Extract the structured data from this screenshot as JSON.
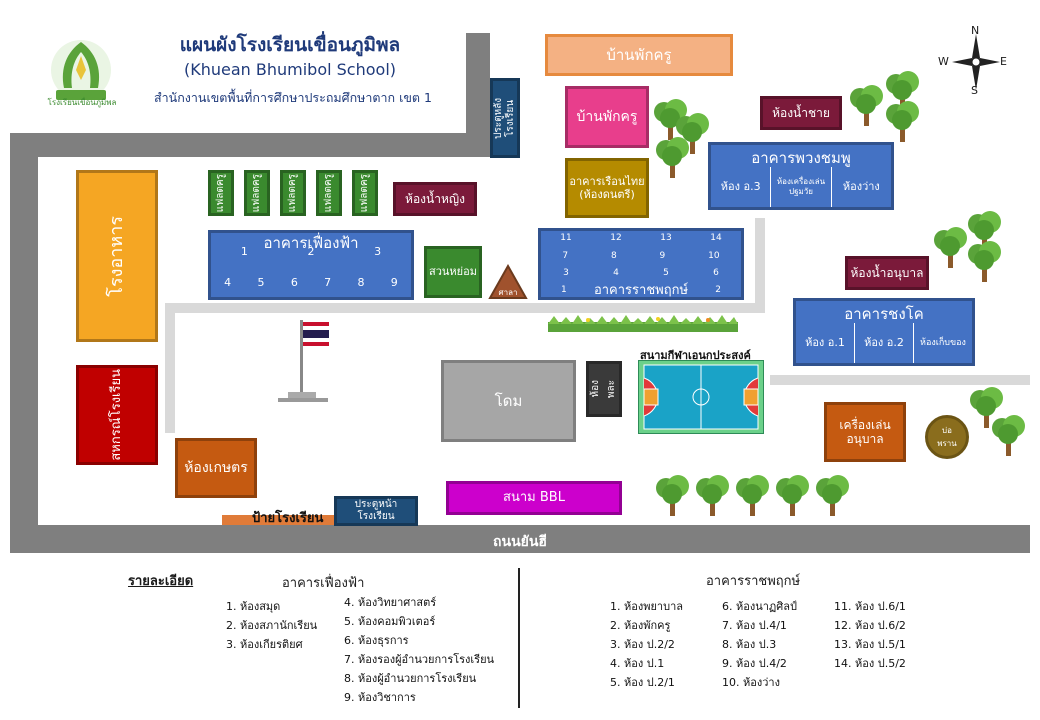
{
  "header": {
    "title": "แผนผังโรงเรียนเขื่อนภูมิพล",
    "subtitle": "(Khuean Bhumibol School)",
    "office": "สำนักงานเขตพื้นที่การศึกษาประถมศึกษาตาก เขต 1",
    "logo_text": "โรงเรียนเขื่อนภูมิพล"
  },
  "compass": {
    "n": "N",
    "s": "S",
    "e": "E",
    "w": "W"
  },
  "roads": {
    "main": "ถนนยันฮี"
  },
  "gates": {
    "back": "ประตูหลังโรงเรียน",
    "front_1": "ประตูหน้า",
    "front_2": "โรงเรียน"
  },
  "buildings": {
    "canteen": "โรงอาหาร",
    "coop": "สหกรณ์โรงเรียน",
    "agri": "ห้องเกษตร",
    "sign": "ป้ายโรงเรียน",
    "teacher_house_1": "บ้านพักครู",
    "teacher_house_2": "บ้านพักครู",
    "toilet_male": "ห้องน้ำชาย",
    "toilet_female": "ห้องน้ำหญิง",
    "toilet_kg": "ห้องน้ำอนุบาล",
    "thai_house_1": "อาคารเรือนไทย",
    "thai_house_2": "(ห้องดนตรี)",
    "garden": "สวนหย่อม",
    "sala": "ศาลา",
    "dome": "โดม",
    "toilet_small_1": "ห้อง",
    "toilet_small_2": "พละ",
    "field_label": "สนามกีฬาเอนกประสงค์",
    "bbl": "สนาม BBL",
    "playground_1": "เครื่องเล่น",
    "playground_2": "อนุบาล",
    "pond_1": "บ่อ",
    "pond_2": "พราน",
    "housing_small": [
      "แฟลตครู",
      "แฟลตครู",
      "แฟลตครู",
      "แฟลตครู",
      "แฟลตครู"
    ]
  },
  "phuang": {
    "title": "อาคารพวงชมพู",
    "rooms": [
      "ห้อง อ.3",
      "ห้องเครื่องเล่น ปฐมวัย",
      "ห้องว่าง"
    ]
  },
  "chongko": {
    "title": "อาคารชงโค",
    "rooms": [
      "ห้อง อ.1",
      "ห้อง อ.2",
      "ห้องเก็บของ"
    ]
  },
  "fueangfa": {
    "title": "อาคารเฟื่องฟ้า",
    "top_nums": [
      "1",
      "2",
      "3"
    ],
    "bottom_nums": [
      "4",
      "5",
      "6",
      "7",
      "8",
      "9"
    ]
  },
  "ratchaphruek": {
    "title": "อาคารราชพฤกษ์",
    "row1": [
      "11",
      "12",
      "13",
      "14"
    ],
    "row2": [
      "7",
      "8",
      "9",
      "10"
    ],
    "row3": [
      "3",
      "4",
      "5",
      "6"
    ],
    "row4": [
      "1",
      "2"
    ]
  },
  "legend": {
    "heading": "รายละเอียด",
    "fueangfa_title": "อาคารเฟื่องฟ้า",
    "fueangfa_col1": [
      "1. ห้องสมุด",
      "2. ห้องสภานักเรียน",
      "3. ห้องเกียรติยศ"
    ],
    "fueangfa_col2": [
      "4. ห้องวิทยาศาสตร์",
      "5. ห้องคอมพิวเตอร์",
      "6. ห้องธุรการ",
      "7. ห้องรองผู้อำนวยการโรงเรียน",
      "8. ห้องผู้อำนวยการโรงเรียน",
      "9. ห้องวิชาการ"
    ],
    "ratch_title": "อาคารราชพฤกษ์",
    "ratch_col1": [
      "1. ห้องพยาบาล",
      "2. ห้องพักครู",
      "3. ห้อง ป.2/2",
      "4. ห้อง ป.1",
      "5. ห้อง ป.2/1"
    ],
    "ratch_col2": [
      "6. ห้องนาฏศิลป์",
      "7. ห้อง ป.4/1",
      "8. ห้อง ป.3",
      "9. ห้อง ป.4/2",
      "10. ห้องว่าง"
    ],
    "ratch_col3": [
      "11. ห้อง ป.6/1",
      "12. ห้อง ป.6/2",
      "13. ห้อง ป.5/1",
      "14. ห้อง ป.5/2"
    ]
  },
  "colors": {
    "road": "#7f7f7f",
    "walk": "#d9d9d9",
    "blue": "#4472c4",
    "orange": "#f5a623",
    "red": "#c00000",
    "brown": "#c55a11",
    "magenta": "#cc00cc",
    "pink": "#e83e8c",
    "maroon": "#7b1a3a",
    "olive": "#b58b00",
    "green": "#3a8a2e",
    "gray": "#a6a6a6"
  }
}
